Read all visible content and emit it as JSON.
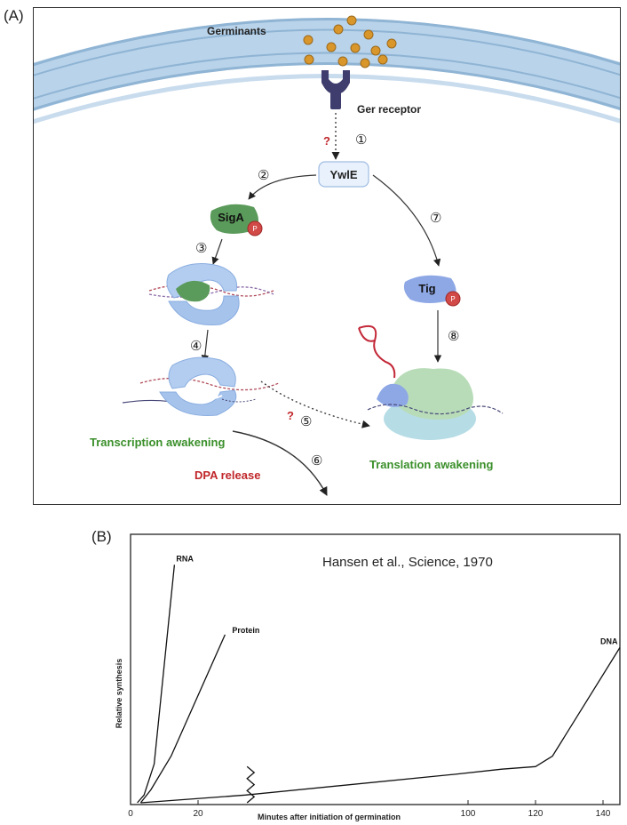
{
  "panel_a": {
    "label": "(A)",
    "germinants": "Germinants",
    "ger_receptor": "Ger receptor",
    "ywle": "YwlE",
    "siga": "SigA",
    "tig": "Tig",
    "phospho": "P",
    "unknown": "?",
    "transcription_awakening": "Transcription awakening",
    "translation_awakening": "Translation awakening",
    "dpa_release": "DPA release",
    "steps": [
      "①",
      "②",
      "③",
      "④",
      "⑤",
      "⑥",
      "⑦",
      "⑧"
    ],
    "colors": {
      "membrane": "#b9d3ea",
      "germinant": "#d9962a",
      "receptor": "#3f3d6e",
      "siga": "#5a9a5a",
      "tig": "#8ea8e6",
      "phospho": "#d24a48",
      "green_text": "#3a8f2a",
      "red_text": "#c0262a",
      "ribosome_green": "#b8dcb8",
      "ribosome_blue": "#b6dce6"
    }
  },
  "panel_b": {
    "label": "(B)",
    "citation": "Hansen et al., Science, 1970",
    "chart_data": {
      "type": "line",
      "title": "",
      "xlabel": "Minutes after initiation of germination",
      "ylabel": "Relative synthesis",
      "xlim": [
        0,
        145
      ],
      "x_ticks": [
        0,
        20,
        100,
        120,
        140
      ],
      "x_tick_labels": [
        "0",
        "20",
        "100",
        "120",
        "140"
      ],
      "axis_break": "between 35 and 95 minutes",
      "y_tick_labels": [],
      "series": [
        {
          "name": "RNA",
          "x": [
            2,
            4,
            7,
            13
          ],
          "y": [
            0,
            3,
            15,
            92
          ]
        },
        {
          "name": "Protein",
          "x": [
            3,
            6,
            12,
            28
          ],
          "y": [
            0,
            5,
            18,
            65
          ]
        },
        {
          "name": "DNA",
          "x": [
            3,
            34,
            96,
            110,
            120,
            125,
            145
          ],
          "y": [
            0,
            3,
            11,
            13,
            14,
            18,
            60
          ]
        }
      ]
    }
  }
}
